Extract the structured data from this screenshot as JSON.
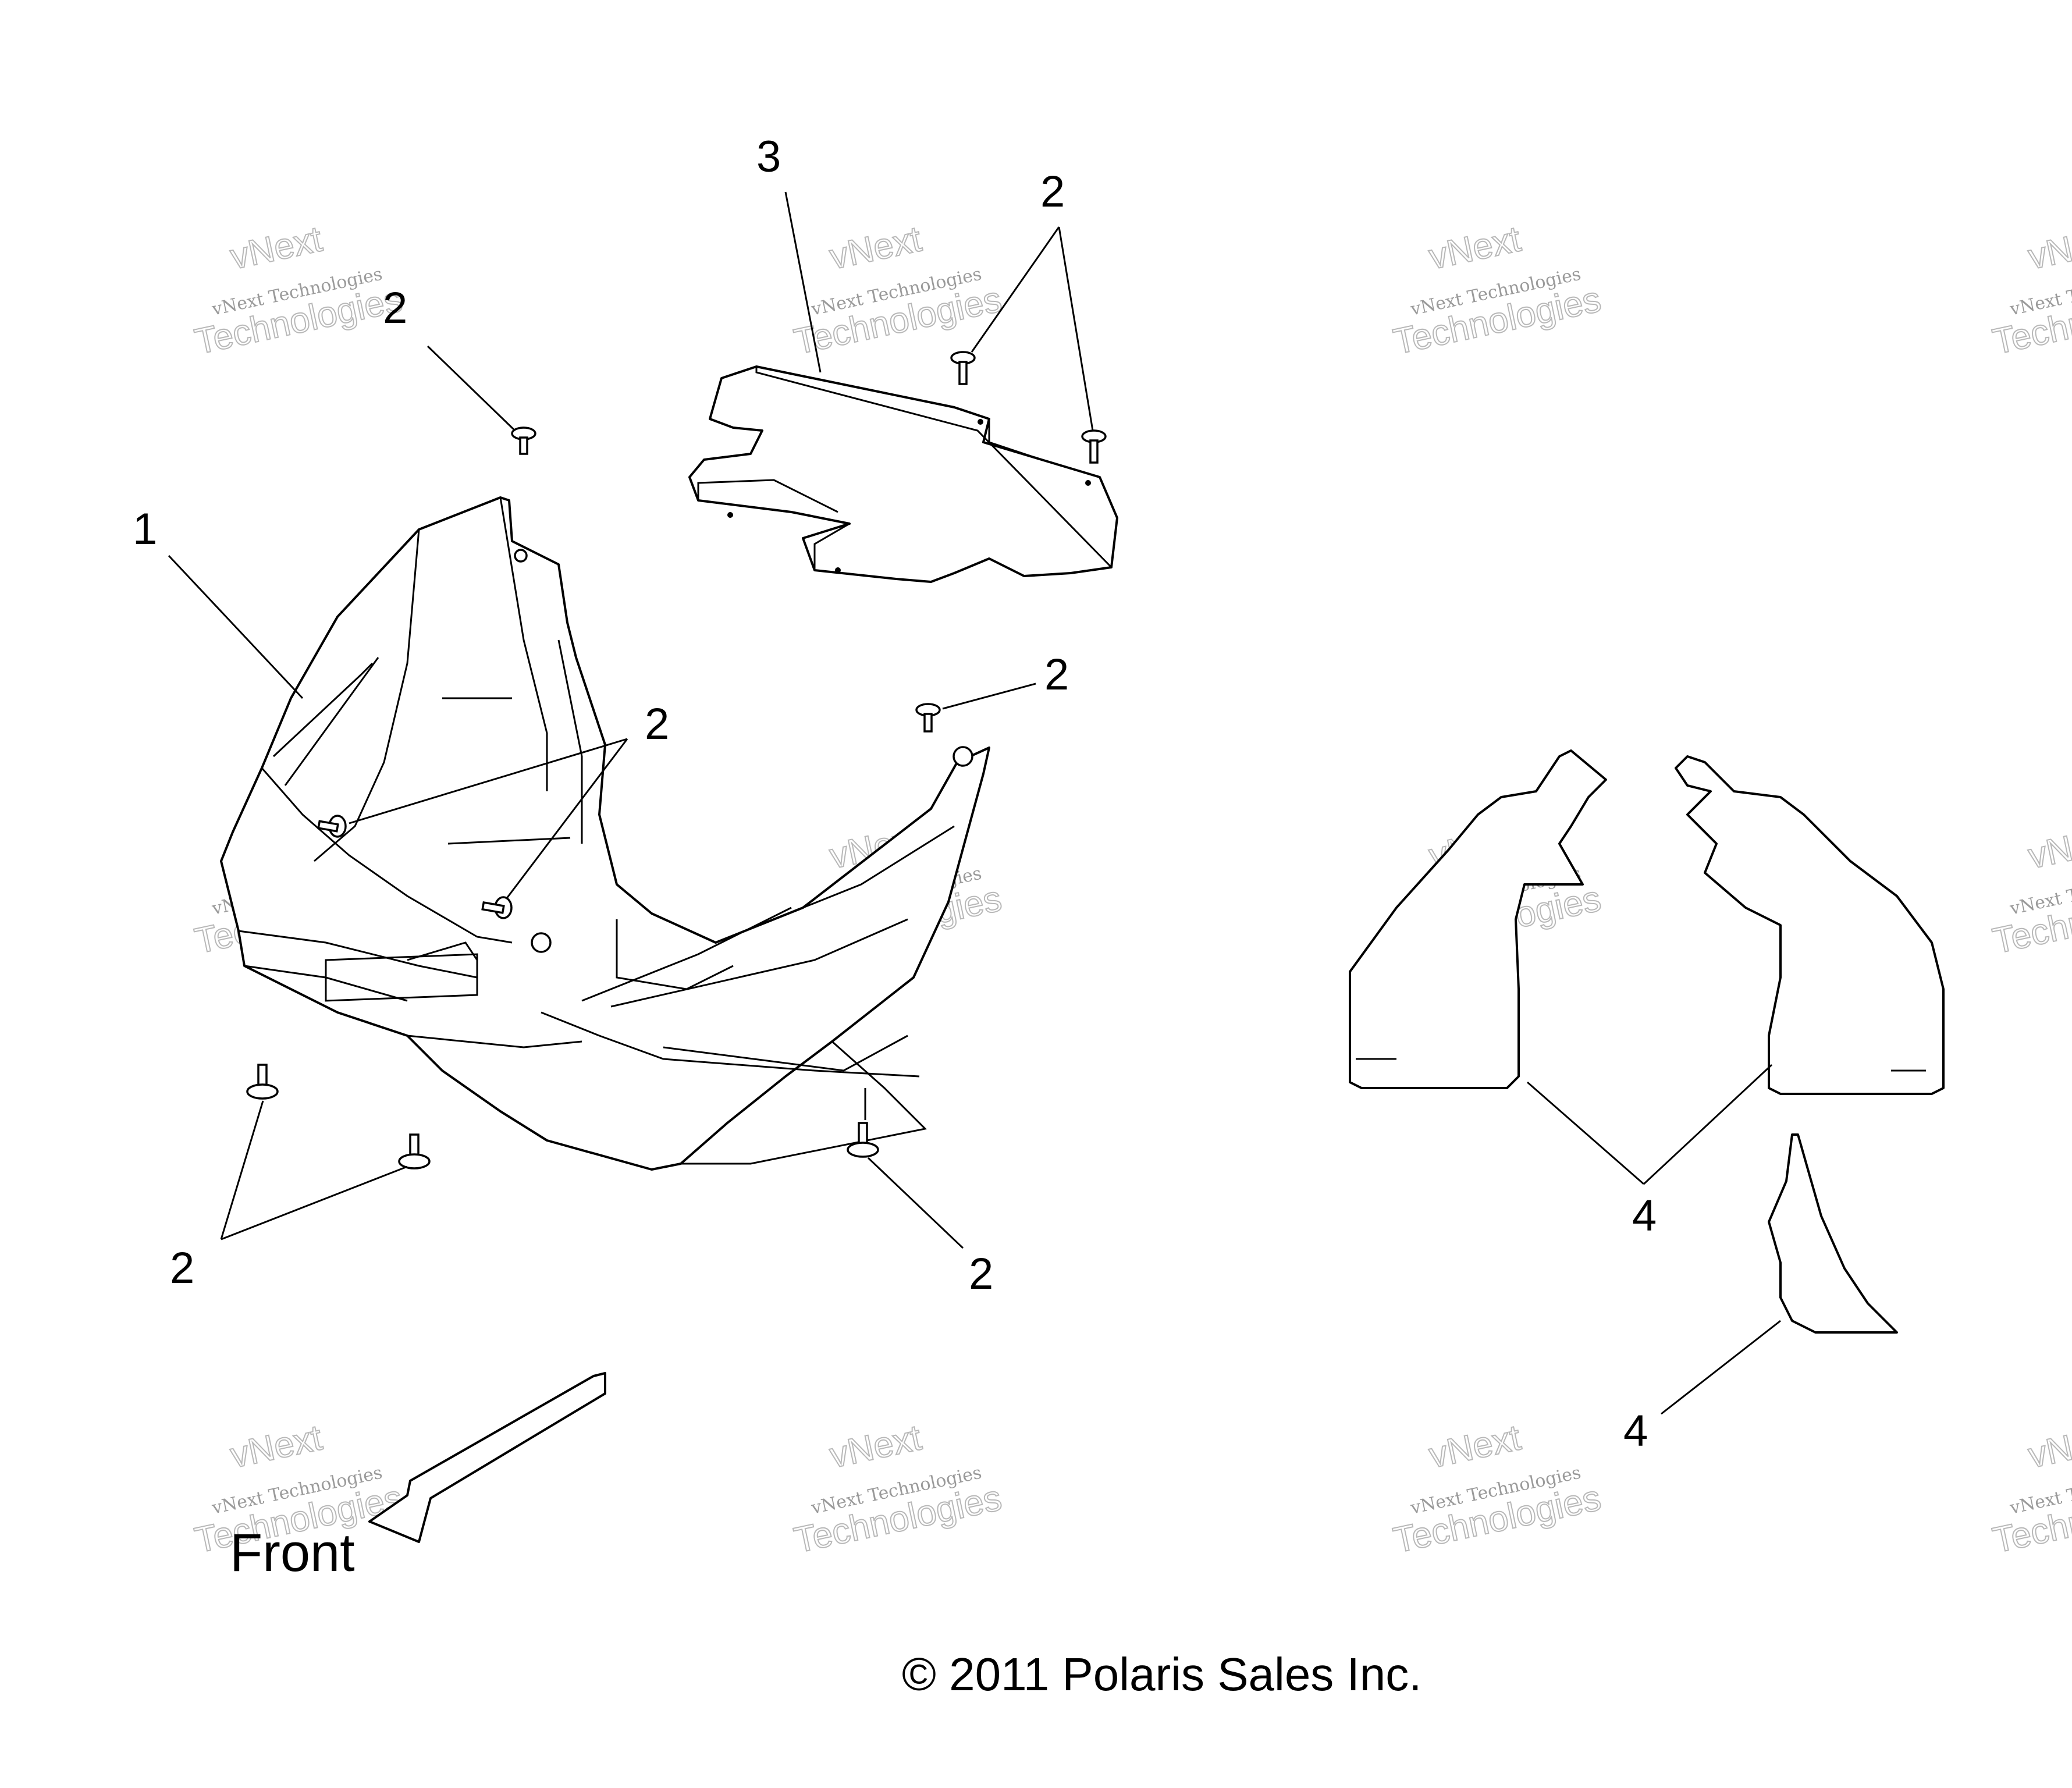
{
  "callouts": {
    "c1": "1",
    "c2_a": "2",
    "c2_b": "2",
    "c2_c": "2",
    "c2_d": "2",
    "c2_e": "2",
    "c2_f": "2",
    "c3": "3",
    "c4_a": "4",
    "c4_b": "4"
  },
  "front_label": "Front",
  "copyright": "© 2011 Polaris Sales Inc.",
  "watermark": {
    "brand": "vNext",
    "line1": "vNext Technologies",
    "line2": "Technologies"
  }
}
